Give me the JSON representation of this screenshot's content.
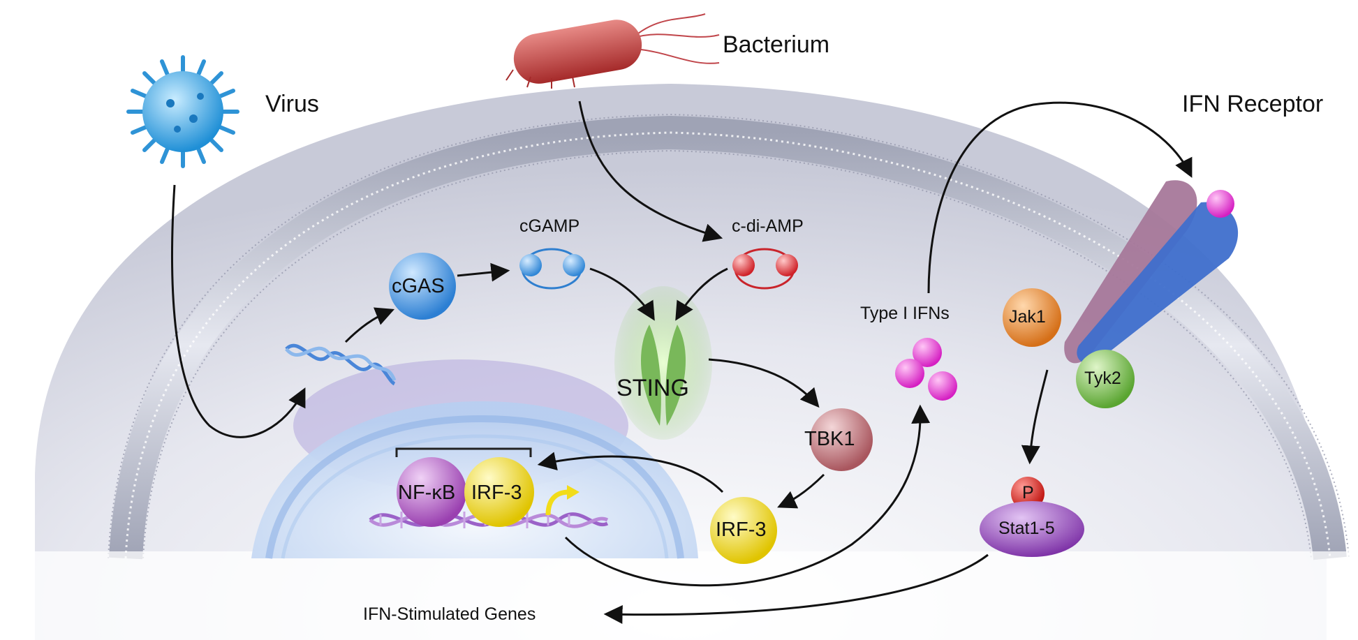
{
  "labels": {
    "virus": "Virus",
    "bacterium": "Bacterium",
    "ifn_receptor": "IFN Receptor",
    "cgamp": "cGAMP",
    "c_di_amp": "c-di-AMP",
    "cgas": "cGAS",
    "sting": "STING",
    "tbk1": "TBK1",
    "irf3_cyto": "IRF-3",
    "nfkb": "NF-κB",
    "irf3_nuc": "IRF-3",
    "type1_ifns": "Type I IFNs",
    "jak1": "Jak1",
    "tyk2": "Tyk2",
    "p": "P",
    "stat": "Stat1-5",
    "isg": "IFN-Stimulated Genes"
  },
  "colors": {
    "membrane": "#b9bccb",
    "cytoplasm": "#e9eaf1",
    "nucleus": "#cfe0f7",
    "cgas": "#4a9be0",
    "cgamp": "#3d8ddb",
    "c_di_amp": "#d9343b",
    "sting": "#8cc66b",
    "tbk1": "#c77f86",
    "irf3": "#f2dc1a",
    "nfkb": "#b663c6",
    "ifn": "#e43bd6",
    "jak1": "#e98a2e",
    "tyk2": "#79c24a",
    "stat": "#9a4fc2",
    "p": "#d8231e",
    "virus": "#39a7e6",
    "bacterium": "#c23f3f",
    "dna": "#4a86d8",
    "nuclear_dna": "#9b62c8"
  },
  "icons": [
    "virus-icon",
    "bacterium-icon",
    "dna-icon",
    "ifn-receptor-icon",
    "nuclear-dna-icon",
    "gene-activation-arrow-icon"
  ]
}
